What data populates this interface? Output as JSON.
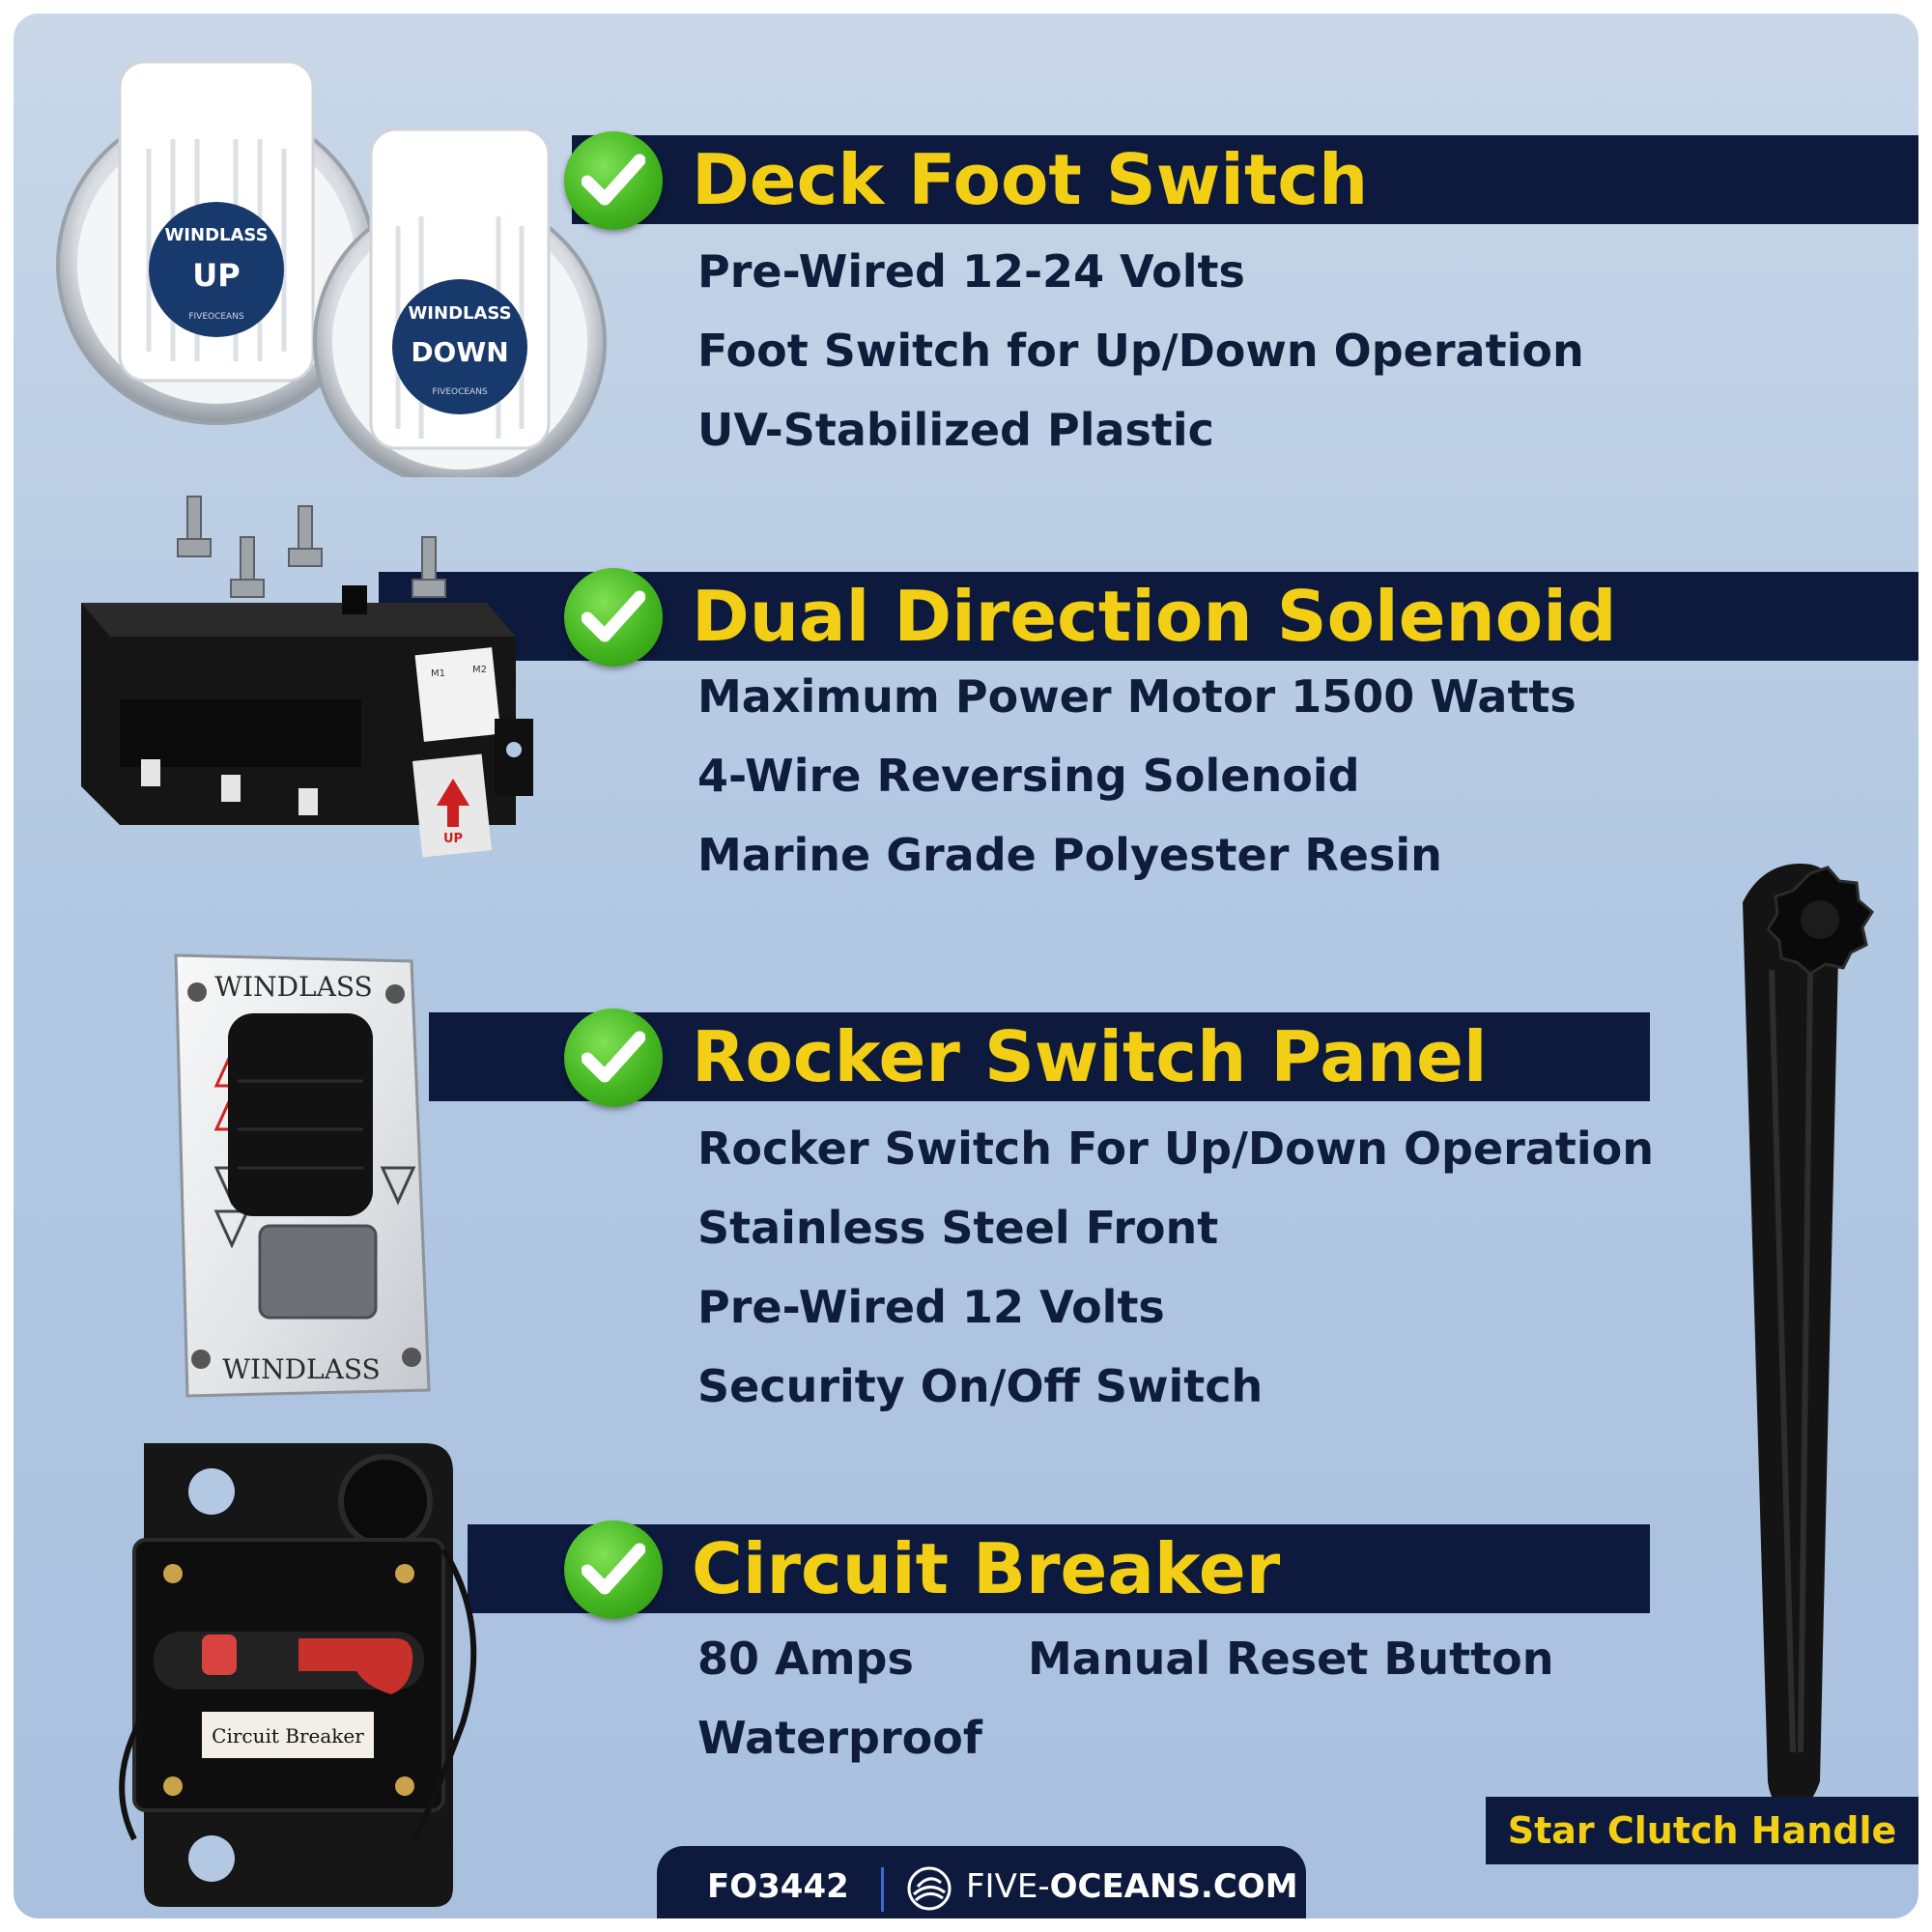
{
  "sections": [
    {
      "heading": "Deck Foot Switch",
      "features": [
        "Pre-Wired  12-24 Volts",
        "Foot Switch for Up/Down Operation",
        "UV-Stabilized Plastic"
      ]
    },
    {
      "heading": "Dual Direction Solenoid",
      "features": [
        "Maximum Power Motor 1500 Watts",
        "4-Wire Reversing Solenoid",
        "Marine Grade Polyester Resin"
      ]
    },
    {
      "heading": "Rocker Switch Panel",
      "features": [
        "Rocker Switch For Up/Down Operation",
        "Stainless Steel Front",
        "Pre-Wired 12 Volts",
        "Security On/Off Switch"
      ]
    },
    {
      "heading": "Circuit Breaker",
      "features": [
        "80 Amps",
        "Manual Reset Button",
        "Waterproof"
      ]
    }
  ],
  "foot_switch": {
    "up_brand": "WINDLASS",
    "up_label": "UP",
    "down_brand": "WINDLASS",
    "down_label": "DOWN",
    "maker": "FIVEOCEANS"
  },
  "solenoid": {
    "up_sticker": "UP",
    "diagram_m1": "M1",
    "diagram_m2": "M2"
  },
  "rocker_panel": {
    "top_text": "WINDLASS",
    "bottom_text": "WINDLASS"
  },
  "breaker": {
    "label": "Circuit Breaker"
  },
  "handle": {
    "label": "Star Clutch Handle"
  },
  "footer": {
    "code": "FO3442",
    "site_prefix": "FIVE-",
    "site_main": "OCEANS.COM"
  },
  "colors": {
    "navy": "#0d1a3d",
    "yellow": "#f2cf14",
    "green": "#43b51f",
    "background": "#b3c8e2"
  }
}
